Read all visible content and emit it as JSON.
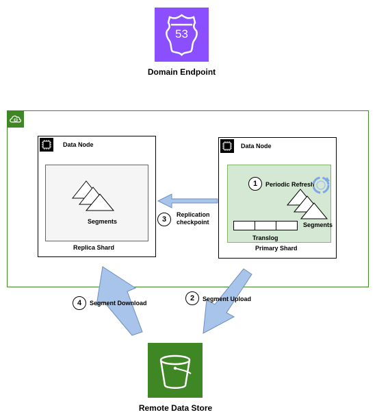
{
  "domain_endpoint": {
    "label": "Domain Endpoint",
    "badge_number": "53",
    "icon": "route53-shield-icon",
    "color": "#8c4fff"
  },
  "remote_data_store": {
    "label": "Remote Data Store",
    "icon": "s3-bucket-icon",
    "color": "#3f8624"
  },
  "vpc": {
    "icon": "cloud-lock-icon",
    "border_color": "#3f8624"
  },
  "replica": {
    "node_label": "Data Node",
    "shard_label": "Replica Shard",
    "segments_label": "Segments"
  },
  "primary": {
    "node_label": "Data Node",
    "shard_label": "Primary Shard",
    "segments_label": "Segments",
    "translog_label": "Translog",
    "periodic_refresh_label": "Periodic Refresh",
    "refresh_step": "1"
  },
  "steps": {
    "replication": {
      "number": "3",
      "line1": "Replication",
      "line2": "checkpoint"
    },
    "upload": {
      "number": "2",
      "label": "Segment Upload"
    },
    "download": {
      "number": "4",
      "label": "Segment Download"
    }
  },
  "colors": {
    "arrow_fill": "#a9c4eb",
    "arrow_stroke": "#6c8ebf",
    "shard_green": "#d5e8d4",
    "shard_gray": "#f5f5f5"
  }
}
